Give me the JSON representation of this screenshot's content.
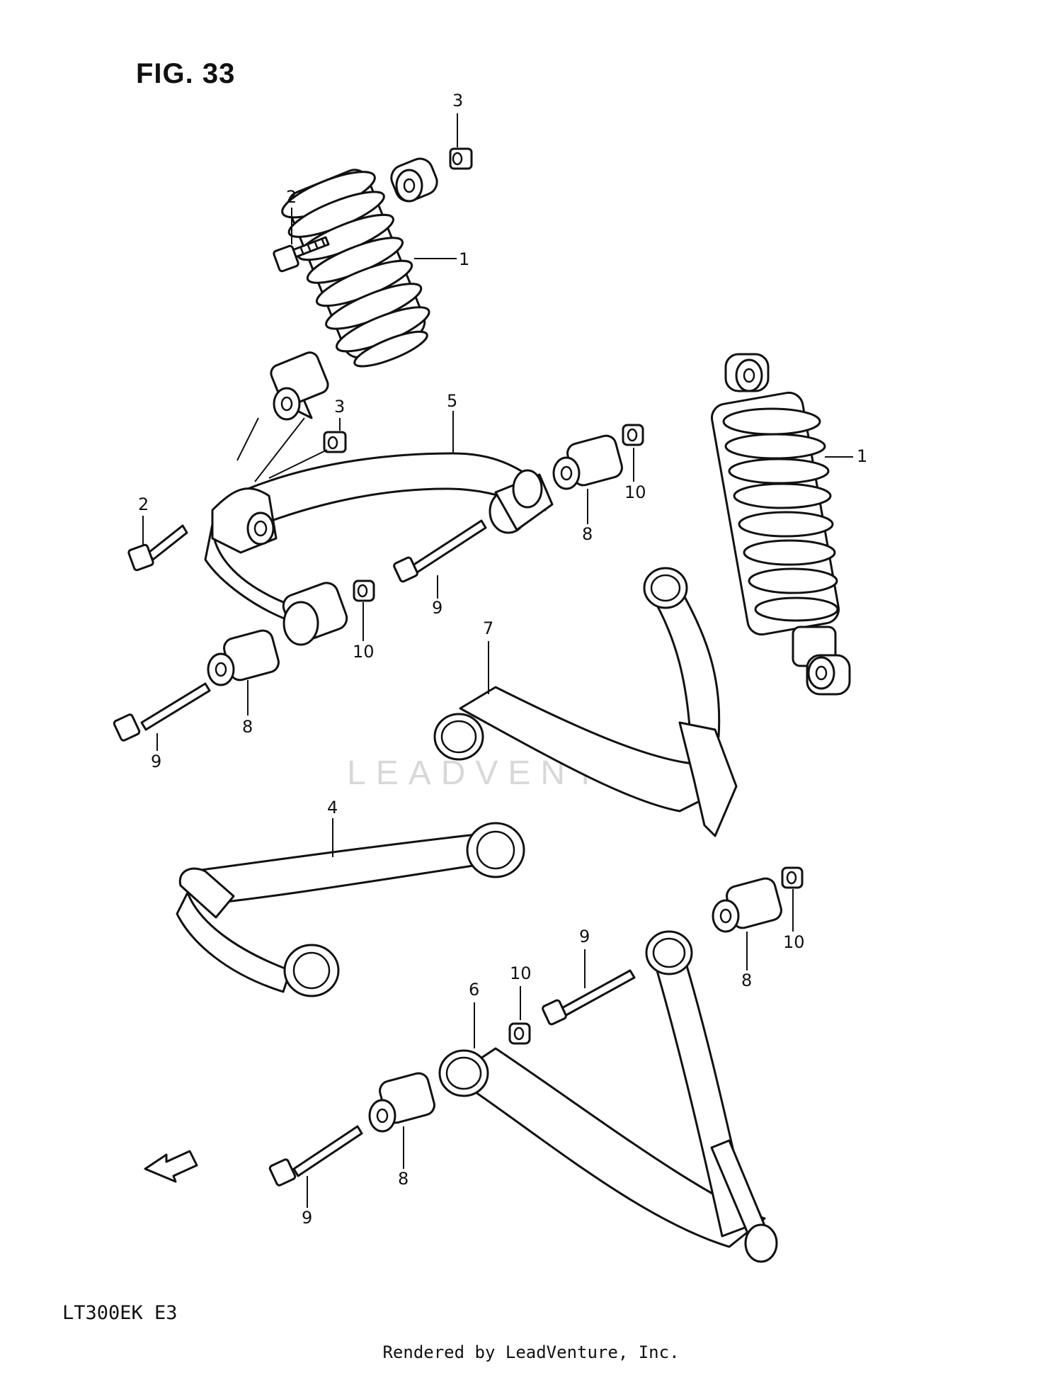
{
  "figure": {
    "title": "FIG. 33",
    "model_code": "LT300EK  E3",
    "footer": "Rendered by LeadVenture, Inc.",
    "watermark": "LEADVENTURE",
    "direction_label": "FWD"
  },
  "callouts": {
    "shock_top_1": "1",
    "shock_right_1": "1",
    "bolt_top_2": "2",
    "bolt_mid_2": "2",
    "nut_top_3": "3",
    "nut_mid_3": "3",
    "arm_4": "4",
    "arm_5": "5",
    "arm_6": "6",
    "arm_7": "7",
    "bush_a_8": "8",
    "bush_b_8": "8",
    "bush_c_8": "8",
    "bush_d_8": "8",
    "bolt_a_9": "9",
    "bolt_b_9": "9",
    "bolt_c_9": "9",
    "bolt_d_9": "9",
    "nut_a_10": "10",
    "nut_b_10": "10",
    "nut_c_10": "10",
    "nut_d_10": "10"
  }
}
